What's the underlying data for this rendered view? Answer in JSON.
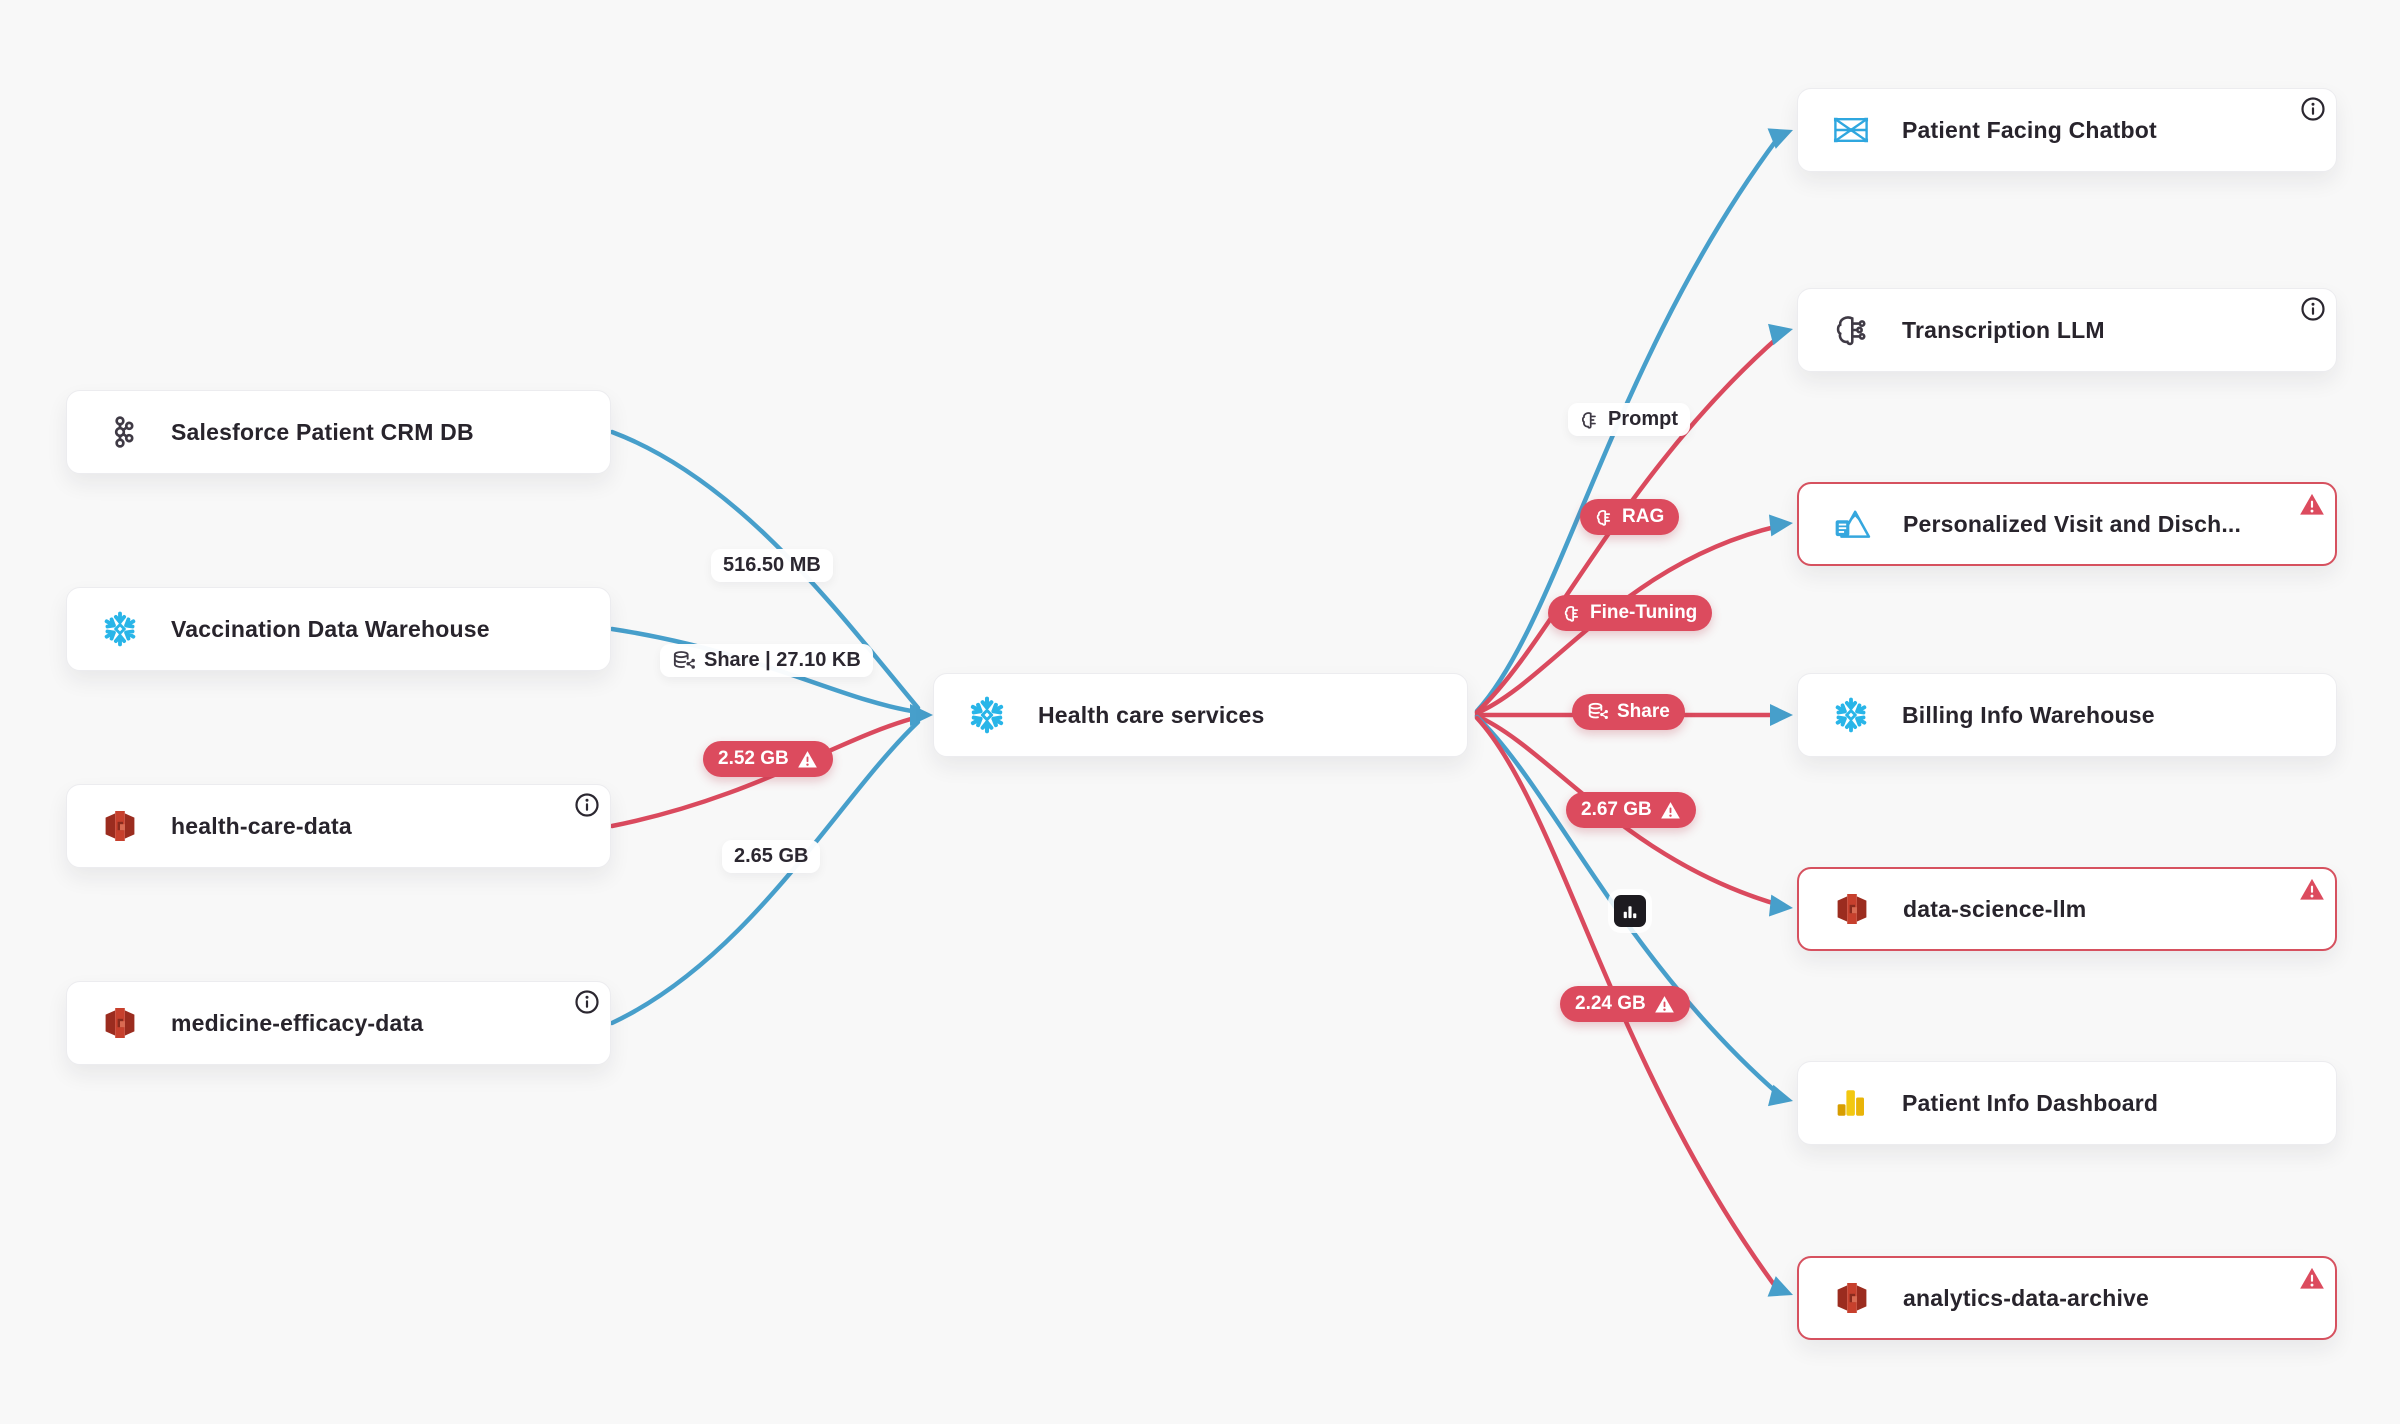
{
  "app": {
    "view": "data-lineage-graph"
  },
  "nodes": {
    "salesforce": {
      "label": "Salesforce Patient CRM DB",
      "icon": "kafka-icon",
      "status": "normal"
    },
    "vaccination": {
      "label": "Vaccination Data Warehouse",
      "icon": "snowflake-icon",
      "status": "normal"
    },
    "health_care_data": {
      "label": "health-care-data",
      "icon": "redshift-icon",
      "status": "normal",
      "has_info": true
    },
    "medicine_efficacy_data": {
      "label": "medicine-efficacy-data",
      "icon": "redshift-icon",
      "status": "normal",
      "has_info": true
    },
    "health_care_services": {
      "label": "Health care services",
      "icon": "snowflake-icon",
      "status": "normal"
    },
    "patient_facing_chatbot": {
      "label": "Patient Facing Chatbot",
      "icon": "network-app-icon",
      "status": "normal",
      "has_info": true
    },
    "transcription_llm": {
      "label": "Transcription LLM",
      "icon": "brain-circuit-icon",
      "status": "normal",
      "has_info": true
    },
    "personalized_visit": {
      "label": "Personalized Visit and Disch...",
      "icon": "mountain-doc-icon",
      "status": "error",
      "has_warning": true
    },
    "billing_info_warehouse": {
      "label": "Billing Info Warehouse",
      "icon": "snowflake-icon",
      "status": "normal"
    },
    "data_science_llm": {
      "label": "data-science-llm",
      "icon": "redshift-icon",
      "status": "error",
      "has_warning": true
    },
    "patient_info_dashboard": {
      "label": "Patient Info Dashboard",
      "icon": "powerbi-icon",
      "status": "normal"
    },
    "analytics_data_archive": {
      "label": "analytics-data-archive",
      "icon": "redshift-icon",
      "status": "error",
      "has_warning": true
    }
  },
  "edge_labels": {
    "salesforce_to_center": "516.50 MB",
    "vaccination_to_center": "Share | 27.10 KB",
    "healthcare_to_center": "2.52 GB",
    "medicine_to_center": "2.65 GB",
    "center_to_chatbot": "Prompt",
    "center_to_transcription": "RAG",
    "center_to_personalized": "Fine-Tuning",
    "center_to_billing": "Share",
    "center_to_datasci": "2.67 GB",
    "center_to_archive": "2.24 GB"
  },
  "edges": [
    {
      "from": "salesforce",
      "to": "health_care_services",
      "color": "blue",
      "label": "516.50 MB"
    },
    {
      "from": "vaccination",
      "to": "health_care_services",
      "color": "blue",
      "label": "Share | 27.10 KB"
    },
    {
      "from": "health_care_data",
      "to": "health_care_services",
      "color": "red",
      "label": "2.52 GB",
      "warning": true
    },
    {
      "from": "medicine_efficacy_data",
      "to": "health_care_services",
      "color": "blue",
      "label": "2.65 GB"
    },
    {
      "from": "health_care_services",
      "to": "patient_facing_chatbot",
      "color": "blue",
      "label": "Prompt"
    },
    {
      "from": "health_care_services",
      "to": "transcription_llm",
      "color": "red",
      "label": "RAG"
    },
    {
      "from": "health_care_services",
      "to": "personalized_visit",
      "color": "red",
      "label": "Fine-Tuning"
    },
    {
      "from": "health_care_services",
      "to": "billing_info_warehouse",
      "color": "red",
      "label": "Share"
    },
    {
      "from": "health_care_services",
      "to": "data_science_llm",
      "color": "red",
      "label": "2.67 GB",
      "warning": true
    },
    {
      "from": "health_care_services",
      "to": "patient_info_dashboard",
      "color": "blue",
      "label": "bar-chart-icon"
    },
    {
      "from": "health_care_services",
      "to": "analytics_data_archive",
      "color": "red",
      "label": "2.24 GB",
      "warning": true
    }
  ],
  "colors": {
    "edge_blue": "#479FCB",
    "edge_red": "#DA4A5E",
    "pill_red": "#DC4B5E",
    "snowflake_blue": "#29B5E8",
    "redshift_red": "#C7402D",
    "powerbi_yellow": "#F2C811",
    "node_text": "#28242C",
    "error_border": "#D6515F",
    "background": "#F8F8F8"
  }
}
